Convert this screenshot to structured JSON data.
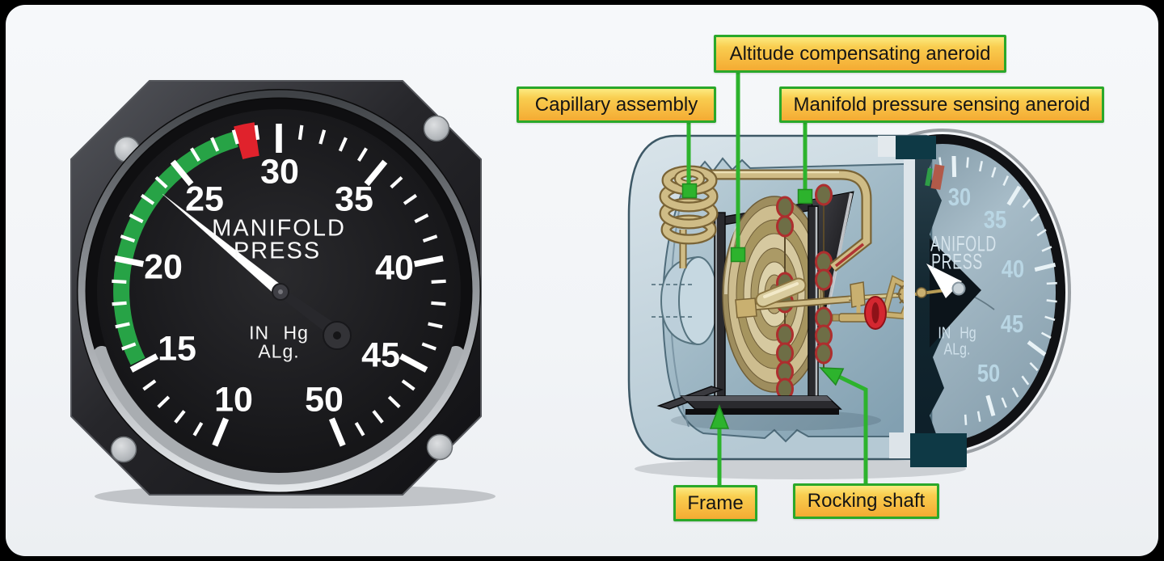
{
  "figure_type": "manifold-pressure-gauge-cutaway-diagram",
  "left_gauge": {
    "dial_title_line1": "MANIFOLD",
    "dial_title_line2": "PRESS",
    "unit_line1": "IN Hg",
    "unit_line2": "ALg.",
    "numbers": [
      "10",
      "15",
      "20",
      "25",
      "30",
      "35",
      "40",
      "45",
      "50"
    ],
    "scale": {
      "min": 10,
      "max": 50,
      "major_step": 5,
      "minor_step": 1
    },
    "green_arc": {
      "from": 15,
      "to": 28
    },
    "red_mark": {
      "at": 28.5
    },
    "needle_value": 23.5
  },
  "right_gauge": {
    "partial_title_line1": "ANIFOLD",
    "partial_title_line2": "PRESS",
    "unit_line1": "IN Hg",
    "unit_line2": "ALg.",
    "numbers": [
      "30",
      "35",
      "40",
      "45",
      "50"
    ]
  },
  "callouts": {
    "altitude": "Altitude compensating aneroid",
    "capillary": "Capillary assembly",
    "sensing": "Manifold pressure sensing aneroid",
    "frame": "Frame",
    "rocking": "Rocking shaft"
  },
  "colors": {
    "callout_background": "#f8c94c",
    "callout_border": "#2aa82a",
    "leader_line": "#2db32d",
    "green_arc": "#27a346",
    "red_mark": "#e0222c",
    "gold_mechanism": "#cfbc86",
    "housing_blue": "#9fb8c5",
    "dial_face_black": "#17181a",
    "right_dial_face": "#90a8b5"
  }
}
